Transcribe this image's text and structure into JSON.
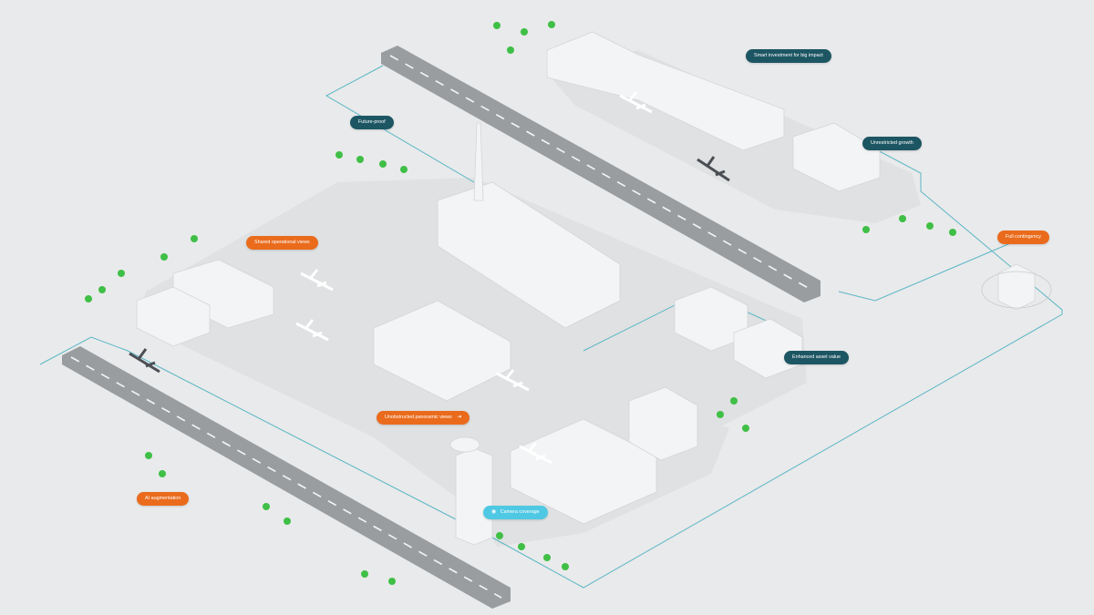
{
  "colors": {
    "background": "#e9eaeb",
    "ground": "#dfe1e2",
    "runway": "#9a9da0",
    "runway_stripe": "#f4f5f5",
    "building": "#f3f4f5",
    "building_shade": "#d3d6d9",
    "tree_leaf": "#3fbf46",
    "route_line": "#5ab6c6",
    "label_teal": "#1d5663",
    "label_orange": "#ea6b1c",
    "label_cyan": "#4fc8e3"
  },
  "labels": {
    "smart_investment": "Smart investment for big impact",
    "future_proof": "Future-proof",
    "unrestricted_growth": "Unrestricted growth",
    "shared_views": "Shared operational views",
    "full_contingency": "Full contingency",
    "enhanced_asset": "Enhanced asset value",
    "panoramic_views": "Unobstructed panoramic views",
    "panoramic_icon": "exit-arrow-icon",
    "ai_augmentation": "AI augmentation",
    "camera_coverage": "Camera coverage",
    "camera_icon": "camera-icon"
  }
}
